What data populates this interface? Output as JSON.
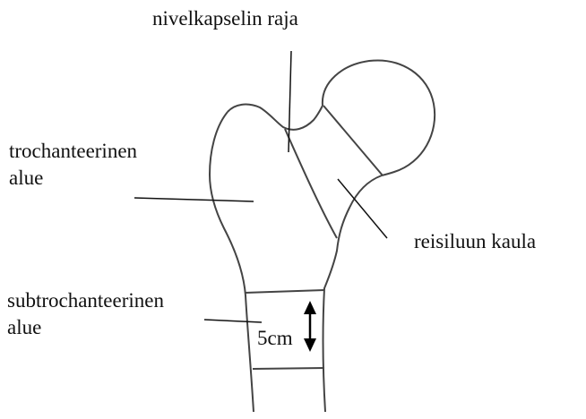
{
  "labels": {
    "joint_capsule_limit": "nivelkapselin raja",
    "trochanteric_region": {
      "line1": "trochanteerinen",
      "line2": "alue"
    },
    "femoral_neck": "reisiluun kaula",
    "subtrochanteric_region": {
      "line1": "subtrochanteerinen",
      "line2": "alue"
    },
    "measurement": "5cm"
  },
  "colors": {
    "bone_outline": "#444444",
    "leader_lines": "#111111",
    "arrow": "#000000",
    "text": "#111111"
  }
}
